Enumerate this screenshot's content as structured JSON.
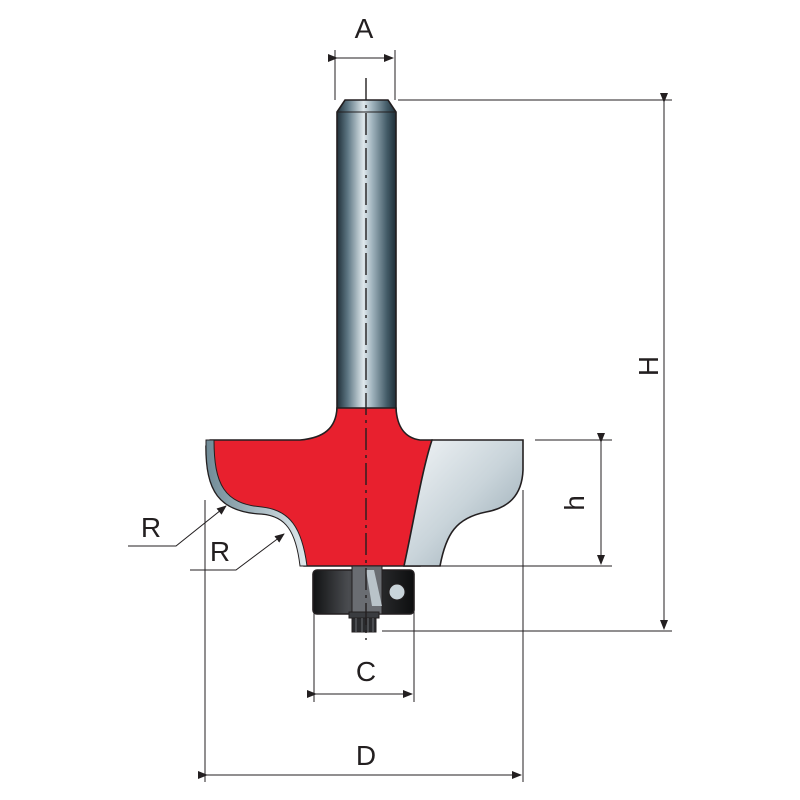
{
  "labels": {
    "A": "A",
    "H": "H",
    "h": "h",
    "R_upper": "R",
    "R_lower": "R",
    "C": "C",
    "D": "D"
  },
  "colors": {
    "cutter_body": "#e8202e",
    "shank_mid": "#6f8a96",
    "shank_dark": "#1f2f38",
    "shank_light": "#dfe8ec",
    "bearing": "#2e2f31",
    "carbide": "#c9d4da",
    "lines": "#231f20"
  }
}
